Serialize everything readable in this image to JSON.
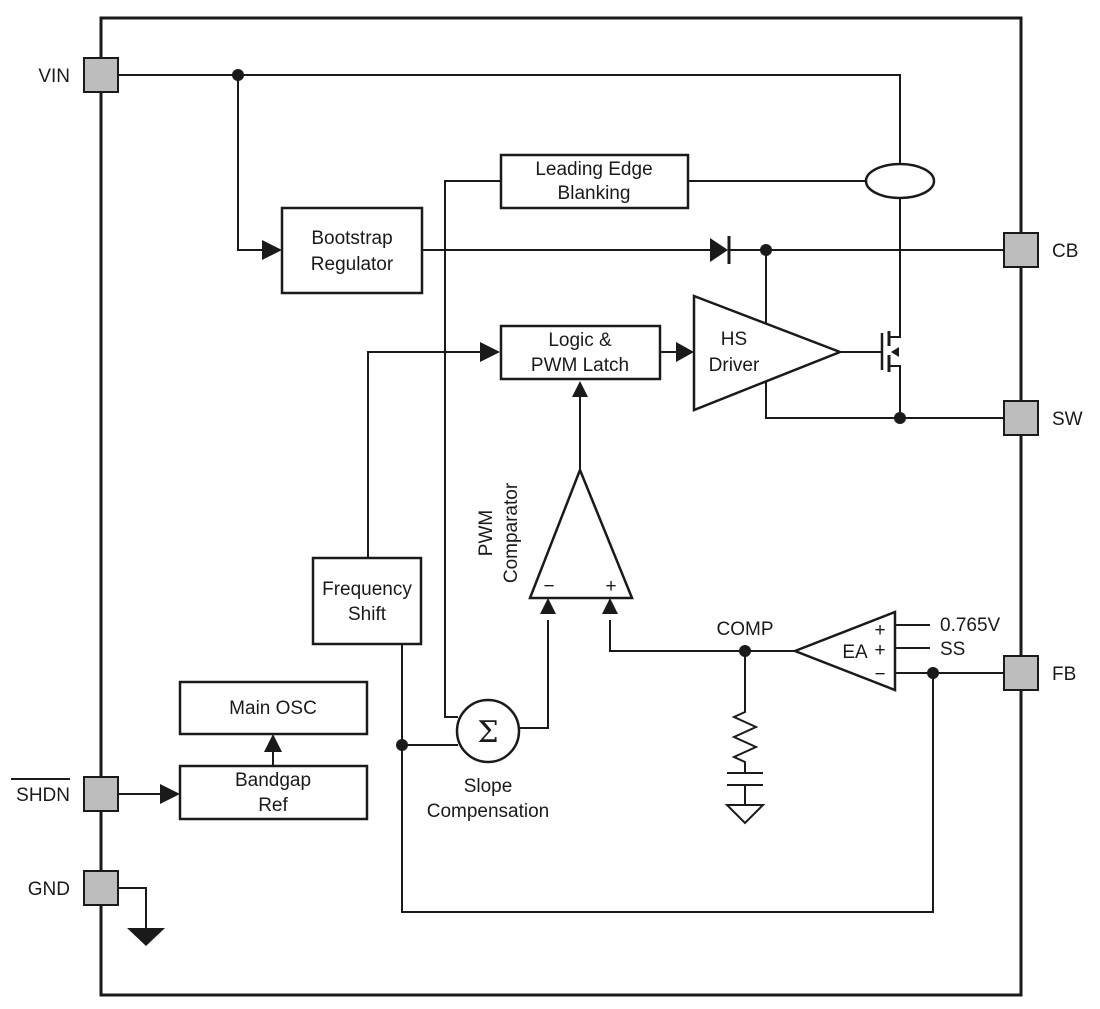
{
  "pins": {
    "vin": "VIN",
    "cb": "CB",
    "sw": "SW",
    "fb": "FB",
    "shdn": "SHDN",
    "gnd": "GND"
  },
  "blocks": {
    "leading_edge_line1": "Leading Edge",
    "leading_edge_line2": "Blanking",
    "bootstrap_line1": "Bootstrap",
    "bootstrap_line2": "Regulator",
    "logic_line1": "Logic &",
    "logic_line2": "PWM Latch",
    "hs_line1": "HS",
    "hs_line2": "Driver",
    "freq_line1": "Frequency",
    "freq_line2": "Shift",
    "main_osc": "Main OSC",
    "bandgap_line1": "Bandgap",
    "bandgap_line2": "Ref",
    "pwm_comp_line1": "PWM",
    "pwm_comp_line2": "Comparator",
    "ea": "EA",
    "slope_line1": "Slope",
    "slope_line2": "Compensation",
    "sigma": "Σ"
  },
  "labels": {
    "comp": "COMP",
    "vref": "0.765V",
    "ss": "SS",
    "plus": "+",
    "minus": "−"
  }
}
